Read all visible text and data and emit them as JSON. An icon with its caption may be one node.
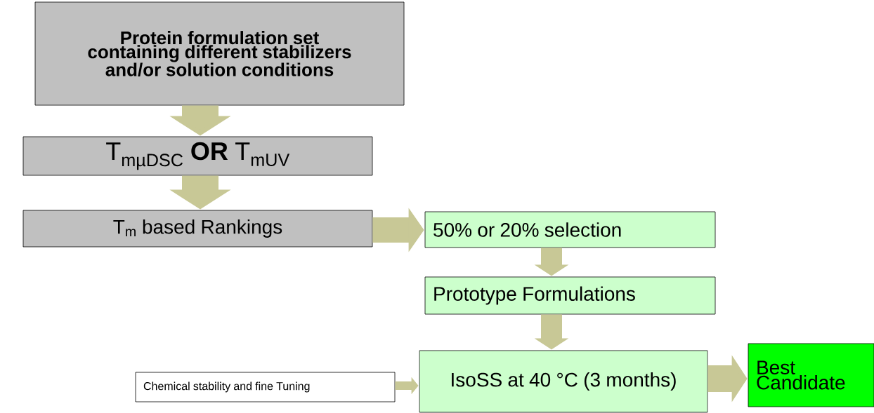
{
  "diagram": {
    "nodes": [
      {
        "text": [
          "Protein formulation set containing different stabilizers and/or solution conditions"
        ]
      },
      {
        "text": [
          "T$_{mµDSC}$ **OR** T$_{mUV}$"
        ]
      },
      {
        "text": [
          "T$_{m}$ based Rankings"
        ]
      },
      {
        "text": [
          "50% or 20% selection"
        ]
      },
      {
        "text": [
          "Prototype Formulations"
        ]
      },
      {
        "text": [
          "IsoSS at 40 °C (3 months)"
        ]
      },
      {
        "text": [
          "Best Candidate"
        ]
      },
      {
        "text": [
          "Chemical stability and fine Tuning"
        ]
      }
    ],
    "edges": [
      {
        "from": 0,
        "to": 1,
        "arrow": "to"
      },
      {
        "from": 1,
        "to": 2,
        "arrow": "to"
      },
      {
        "from": 2,
        "to": 3,
        "arrow": "to"
      },
      {
        "from": 3,
        "to": 4,
        "arrow": "to"
      },
      {
        "from": 4,
        "to": 5,
        "arrow": "to"
      },
      {
        "from": 7,
        "to": 5,
        "arrow": "to"
      },
      {
        "from": 5,
        "to": 6,
        "arrow": "to"
      }
    ]
  }
}
